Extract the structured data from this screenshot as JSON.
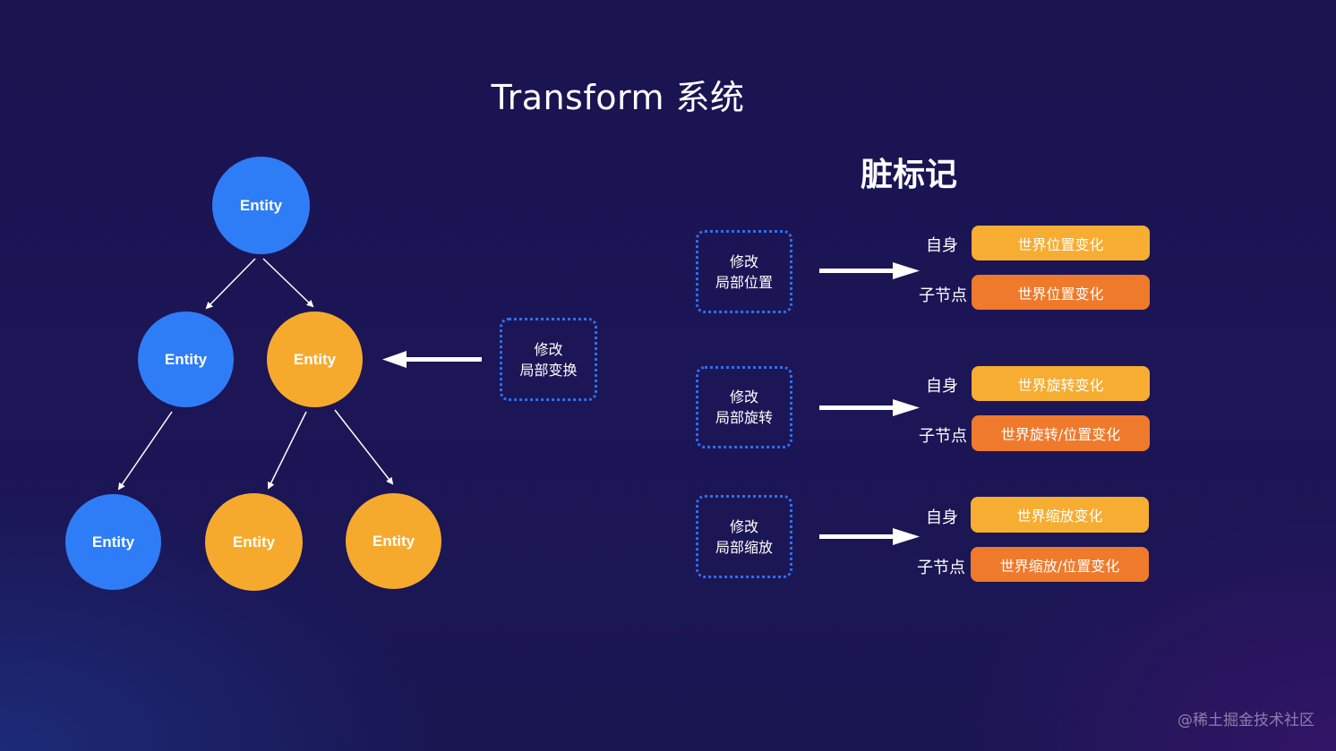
{
  "title": "Transform 系统",
  "dirty_flags_title": "脏标记",
  "tree": {
    "nodes": [
      {
        "id": "root",
        "label": "Entity",
        "color": "blue"
      },
      {
        "id": "l1-left",
        "label": "Entity",
        "color": "blue"
      },
      {
        "id": "l1-right",
        "label": "Entity",
        "color": "orange"
      },
      {
        "id": "l2-a",
        "label": "Entity",
        "color": "blue"
      },
      {
        "id": "l2-b",
        "label": "Entity",
        "color": "orange"
      },
      {
        "id": "l2-c",
        "label": "Entity",
        "color": "orange"
      }
    ]
  },
  "modify_local_transform": {
    "line1": "修改",
    "line2": "局部变换"
  },
  "rows": [
    {
      "action_line1": "修改",
      "action_line2": "局部位置",
      "self_label": "自身",
      "self_result": "世界位置变化",
      "child_label": "子节点",
      "child_result": "世界位置变化"
    },
    {
      "action_line1": "修改",
      "action_line2": "局部旋转",
      "self_label": "自身",
      "self_result": "世界旋转变化",
      "child_label": "子节点",
      "child_result": "世界旋转/位置变化"
    },
    {
      "action_line1": "修改",
      "action_line2": "局部缩放",
      "self_label": "自身",
      "self_result": "世界缩放变化",
      "child_label": "子节点",
      "child_result": "世界缩放/位置变化"
    }
  ],
  "watermark": "@稀土掘金技术社区",
  "colors": {
    "blue_node": "#2f7df6",
    "orange_node": "#f6aa2d",
    "self_pill": "#f6ad32",
    "child_pill": "#ef7a2c",
    "dotted_border": "#2f6ff0"
  }
}
